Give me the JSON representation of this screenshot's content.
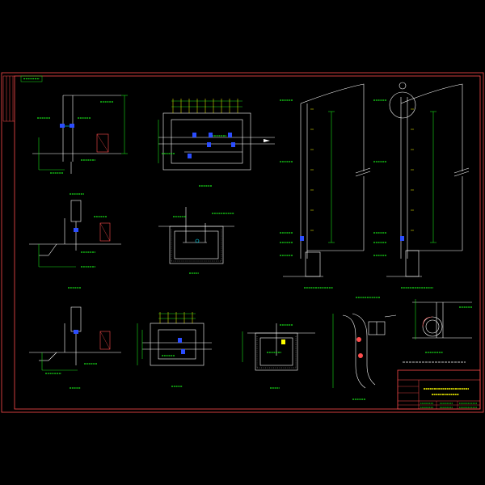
{
  "colors": {
    "background": "#000000",
    "border": "#ff4d4d",
    "line_white": "#ffffff",
    "line_green": "#18e018",
    "accent_blue": "#2b4dff",
    "accent_yellow": "#ffff00",
    "accent_magenta": "#ff2bff",
    "accent_cyan": "#00e5ff"
  },
  "title_block": {
    "title_line1": "",
    "title_line2": ""
  },
  "corner_tag": "",
  "views": [
    "plan-top-left",
    "plan-rectangle-top",
    "elevation-tall-left",
    "elevation-tall-right",
    "section-mid-left",
    "section-pit-mid",
    "section-lower-left",
    "plan-rectangle-lower",
    "section-pit-lower",
    "detail-pipe-bend",
    "detail-clamp"
  ]
}
